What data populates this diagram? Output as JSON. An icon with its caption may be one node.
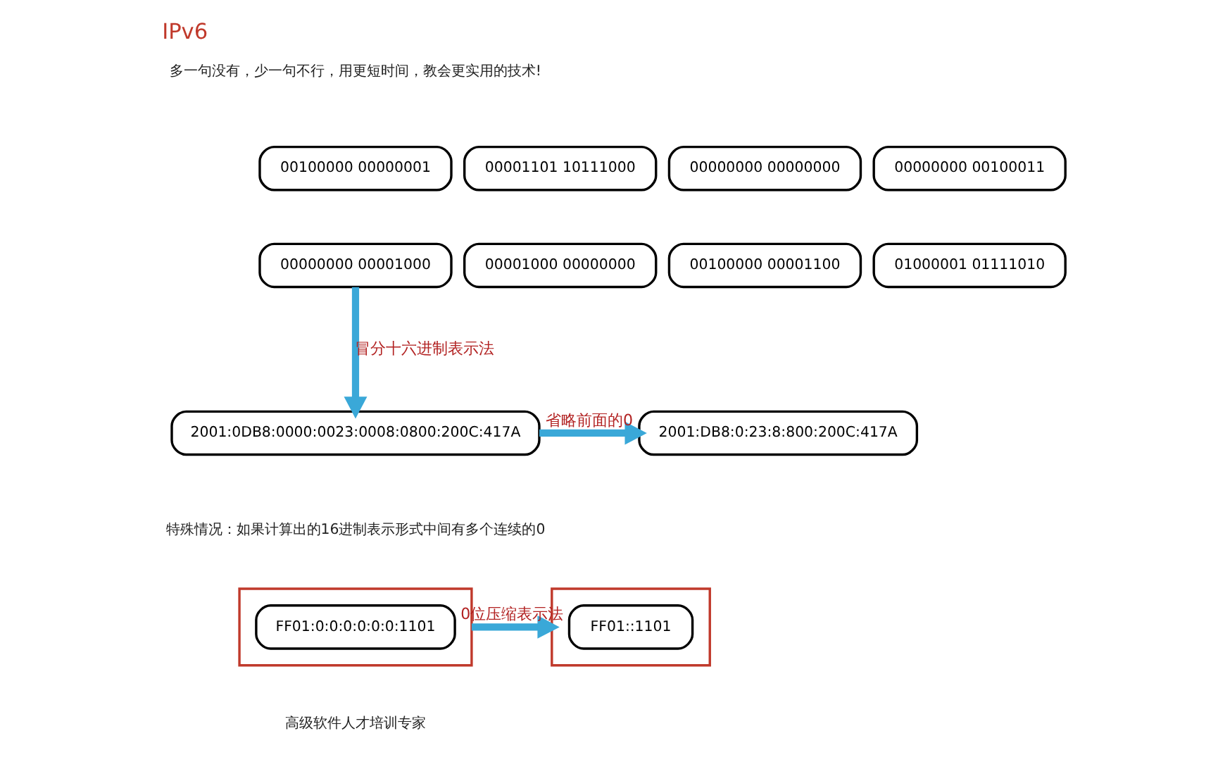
{
  "diagram": {
    "title": "IPv6",
    "nodes": [
      {
        "text": [
          "00100000 00000001"
        ]
      },
      {
        "text": [
          "00001101 10111000"
        ]
      },
      {
        "text": [
          "00000000 00000000"
        ]
      },
      {
        "text": [
          "00000000 00100011"
        ]
      },
      {
        "text": [
          "00000000 00001000"
        ]
      },
      {
        "text": [
          "00001000 00000000"
        ]
      },
      {
        "text": [
          "00100000 00001100"
        ]
      },
      {
        "text": [
          "01000001 01111010"
        ]
      },
      {
        "text": [
          "2001:0DB8:0000:0023:0008:0800:200C:417A"
        ]
      },
      {
        "text": [
          "2001:DB8:0:23:8:800:200C:417A"
        ]
      },
      {
        "text": [],
        "shape": "box"
      },
      {
        "text": [
          "FF01:0:0:0:0:0:0:1101"
        ],
        "in": 10
      },
      {
        "text": [],
        "shape": "box"
      },
      {
        "text": [
          "FF01::1101"
        ],
        "in": 12
      }
    ],
    "edges": [
      {
        "from": 4,
        "to": 8,
        "arrow": "to",
        "label": "冒分十六进制表示法"
      },
      {
        "from": 8,
        "to": 9,
        "arrow": "to",
        "label": "省略前面的0"
      },
      {
        "from": 10,
        "to": 12,
        "arrow": "to",
        "label": "0位压缩表示法"
      }
    ],
    "labels": [
      "多一句没有，少一句不行，用更短时间，教会更实用的技术!",
      "特殊情况：如果计算出的16进制表示形式中间有多个连续的0",
      "高级软件人才培训专家"
    ]
  }
}
